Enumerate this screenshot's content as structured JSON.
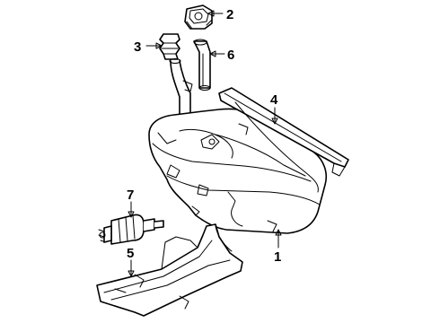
{
  "diagram": {
    "callouts": [
      {
        "id": "c1",
        "label": "1"
      },
      {
        "id": "c2",
        "label": "2"
      },
      {
        "id": "c3",
        "label": "3"
      },
      {
        "id": "c4",
        "label": "4"
      },
      {
        "id": "c5",
        "label": "5"
      },
      {
        "id": "c6",
        "label": "6"
      },
      {
        "id": "c7",
        "label": "7"
      }
    ],
    "colors": {
      "line": "#000000",
      "background": "#ffffff"
    }
  }
}
